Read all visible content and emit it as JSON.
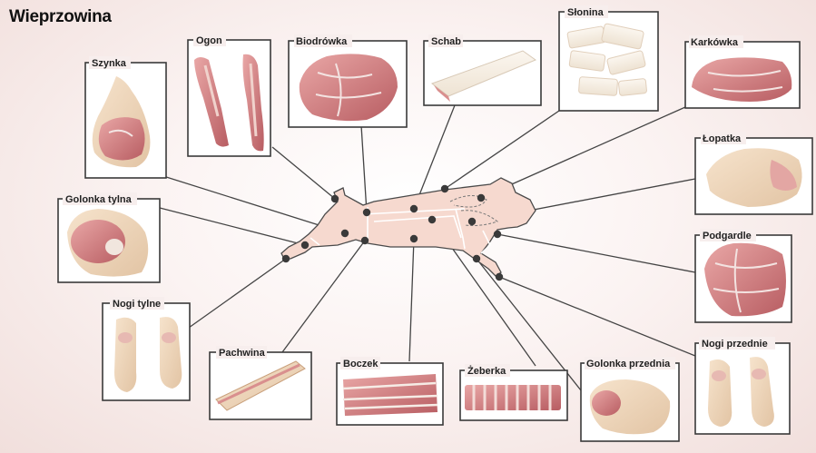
{
  "title": "Wieprzowina",
  "cuts": {
    "szynka": "Szynka",
    "ogon": "Ogon",
    "biodrowka": "Biodrówka",
    "schab": "Schab",
    "slonina": "Słonina",
    "karkowka": "Karkówka",
    "lopatka": "Łopatka",
    "golonka_tylna": "Golonka tylna",
    "podgardle": "Podgardle",
    "nogi_tylne": "Nogi tylne",
    "pachwina": "Pachwina",
    "boczek": "Boczek",
    "zeberka": "Żeberka",
    "golonka_przednia": "Golonka przednia",
    "nogi_przednie": "Nogi przednie"
  }
}
